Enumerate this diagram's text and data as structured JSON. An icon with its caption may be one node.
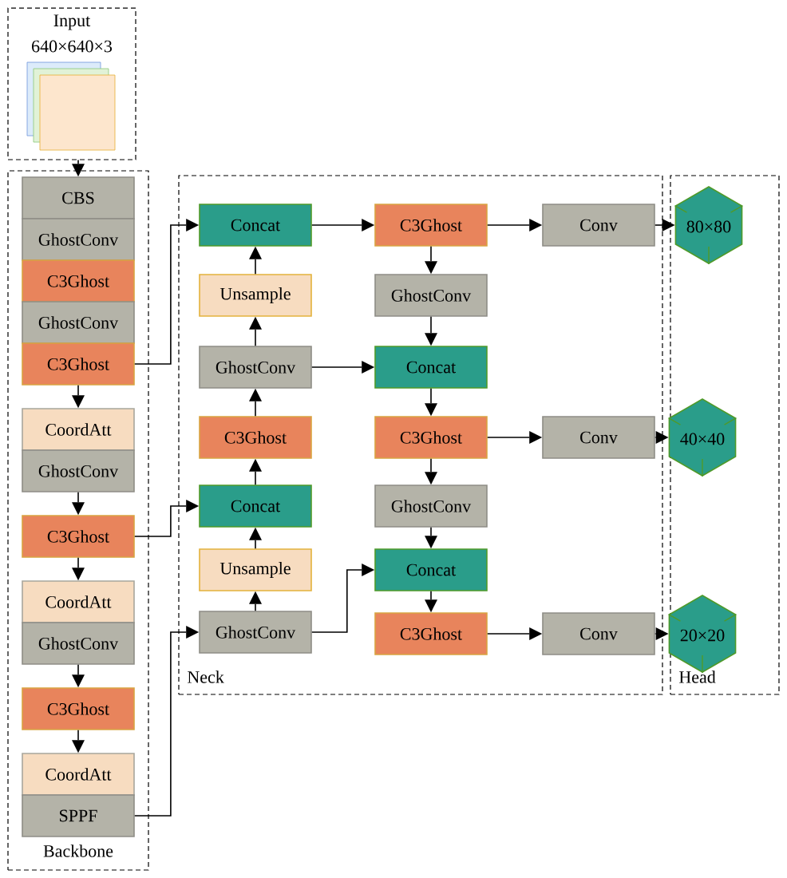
{
  "diagram": {
    "nodes": [
      {
        "text": [
          "Input",
          "640×640×3"
        ]
      },
      {
        "text": [
          "Backbone"
        ]
      },
      {
        "text": [
          "CBS"
        ],
        "in": 1
      },
      {
        "text": [
          "GhostConv"
        ],
        "in": 1
      },
      {
        "text": [
          "C3Ghost"
        ],
        "in": 1
      },
      {
        "text": [
          "GhostConv"
        ],
        "in": 1
      },
      {
        "text": [
          "C3Ghost"
        ],
        "in": 1
      },
      {
        "text": [
          "CoordAtt"
        ],
        "in": 1
      },
      {
        "text": [
          "GhostConv"
        ],
        "in": 1
      },
      {
        "text": [
          "C3Ghost"
        ],
        "in": 1
      },
      {
        "text": [
          "CoordAtt"
        ],
        "in": 1
      },
      {
        "text": [
          "GhostConv"
        ],
        "in": 1
      },
      {
        "text": [
          "C3Ghost"
        ],
        "in": 1
      },
      {
        "text": [
          "CoordAtt"
        ],
        "in": 1
      },
      {
        "text": [
          "SPPF"
        ],
        "in": 1
      },
      {
        "text": [
          "Neck"
        ]
      },
      {
        "text": [
          "Concat"
        ],
        "in": 15
      },
      {
        "text": [
          "Unsample"
        ],
        "in": 15
      },
      {
        "text": [
          "GhostConv"
        ],
        "in": 15
      },
      {
        "text": [
          "C3Ghost"
        ],
        "in": 15
      },
      {
        "text": [
          "Concat"
        ],
        "in": 15
      },
      {
        "text": [
          "Unsample"
        ],
        "in": 15
      },
      {
        "text": [
          "GhostConv"
        ],
        "in": 15
      },
      {
        "text": [
          "C3Ghost"
        ],
        "in": 15
      },
      {
        "text": [
          "GhostConv"
        ],
        "in": 15
      },
      {
        "text": [
          "Concat"
        ],
        "in": 15
      },
      {
        "text": [
          "C3Ghost"
        ],
        "in": 15
      },
      {
        "text": [
          "GhostConv"
        ],
        "in": 15
      },
      {
        "text": [
          "Concat"
        ],
        "in": 15
      },
      {
        "text": [
          "C3Ghost"
        ],
        "in": 15
      },
      {
        "text": [
          "Conv"
        ],
        "in": 15
      },
      {
        "text": [
          "Conv"
        ],
        "in": 15
      },
      {
        "text": [
          "Conv"
        ],
        "in": 15
      },
      {
        "text": [
          "Head"
        ]
      },
      {
        "text": [
          "80×80"
        ],
        "in": 33
      },
      {
        "text": [
          "40×40"
        ],
        "in": 33
      },
      {
        "text": [
          "20×20"
        ],
        "in": 33
      }
    ],
    "edges": [
      {
        "from": 0,
        "to": 2,
        "arrow": "to"
      },
      {
        "from": 6,
        "to": 7,
        "arrow": "to"
      },
      {
        "from": 8,
        "to": 9,
        "arrow": "to"
      },
      {
        "from": 9,
        "to": 10,
        "arrow": "to"
      },
      {
        "from": 11,
        "to": 12,
        "arrow": "to"
      },
      {
        "from": 12,
        "to": 13,
        "arrow": "to"
      },
      {
        "from": 6,
        "to": 16,
        "arrow": "to"
      },
      {
        "from": 9,
        "to": 20,
        "arrow": "to"
      },
      {
        "from": 14,
        "to": 22,
        "arrow": "to"
      },
      {
        "from": 17,
        "to": 16,
        "arrow": "to"
      },
      {
        "from": 18,
        "to": 17,
        "arrow": "to"
      },
      {
        "from": 19,
        "to": 18,
        "arrow": "to"
      },
      {
        "from": 20,
        "to": 19,
        "arrow": "to"
      },
      {
        "from": 21,
        "to": 20,
        "arrow": "to"
      },
      {
        "from": 22,
        "to": 21,
        "arrow": "to"
      },
      {
        "from": 16,
        "to": 23,
        "arrow": "to"
      },
      {
        "from": 18,
        "to": 25,
        "arrow": "to"
      },
      {
        "from": 22,
        "to": 28,
        "arrow": "to"
      },
      {
        "from": 23,
        "to": 24,
        "arrow": "to"
      },
      {
        "from": 24,
        "to": 25,
        "arrow": "to"
      },
      {
        "from": 25,
        "to": 26,
        "arrow": "to"
      },
      {
        "from": 26,
        "to": 27,
        "arrow": "to"
      },
      {
        "from": 27,
        "to": 28,
        "arrow": "to"
      },
      {
        "from": 28,
        "to": 29,
        "arrow": "to"
      },
      {
        "from": 23,
        "to": 30,
        "arrow": "to"
      },
      {
        "from": 26,
        "to": 31,
        "arrow": "to"
      },
      {
        "from": 29,
        "to": 32,
        "arrow": "to"
      },
      {
        "from": 30,
        "to": 34,
        "arrow": "to"
      },
      {
        "from": 31,
        "to": 35,
        "arrow": "to"
      },
      {
        "from": 32,
        "to": 36,
        "arrow": "to"
      }
    ]
  }
}
